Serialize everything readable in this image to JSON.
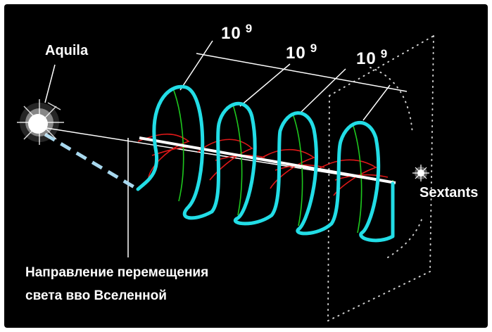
{
  "labels": {
    "source_star": "Aquila",
    "target_star": "Sextants",
    "caption_line1": "Направление перемещения",
    "caption_line2": "света вво Вселенной"
  },
  "scale_marks": [
    {
      "base": "10",
      "exponent": "9"
    },
    {
      "base": "10",
      "exponent": "9"
    },
    {
      "base": "10",
      "exponent": "9"
    }
  ],
  "colors": {
    "background": "#000000",
    "helix": "#22dde6",
    "magnetic_wave": "#e01818",
    "electric_wave": "#1ec81e",
    "axis": "#ffffff",
    "dashed_ray": "#a8d8ee",
    "text": "#ffffff"
  }
}
